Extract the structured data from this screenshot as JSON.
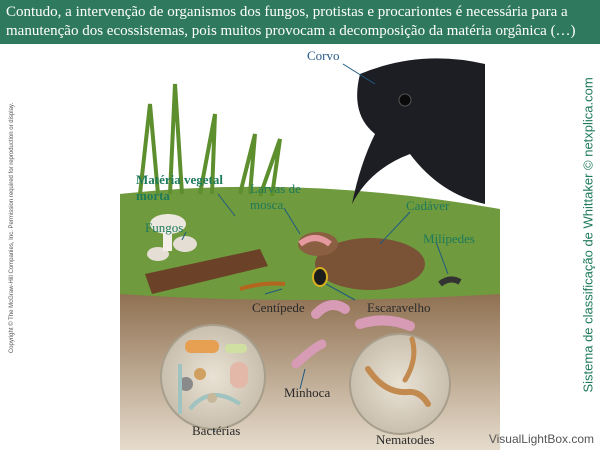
{
  "header": {
    "caption": "Contudo, a intervenção de organismos dos fungos, protistas e procariontes é necessária para a manutenção dos ecossistemas, pois muitos provocam a decomposição da matéria orgânica (…)"
  },
  "labels": {
    "corvo": "Corvo",
    "materia_vegetal_line1": "Matéria vegetal",
    "materia_vegetal_line2": "morta",
    "larvas_line1": "Larvas de",
    "larvas_line2": "mosca",
    "cadaver": "Cadáver",
    "fungos": "Fungos",
    "milipedes": "Milípedes",
    "centipede": "Centípede",
    "escaravelho": "Escaravelho",
    "minhoca": "Minhoca",
    "bacterias": "Bactérias",
    "nematodes": "Nematodes"
  },
  "side_text": "Sistema de classificação de Whittaker © netxplica.com",
  "copyright": "Copyright © The McGraw-Hill Companies, Inc. Permission required for reproduction or display.",
  "watermark": "VisualLightBox.com",
  "colors": {
    "banner": "#2f7a5e",
    "label_green": "#1f7a5a",
    "label_blue": "#2a5b8a"
  }
}
